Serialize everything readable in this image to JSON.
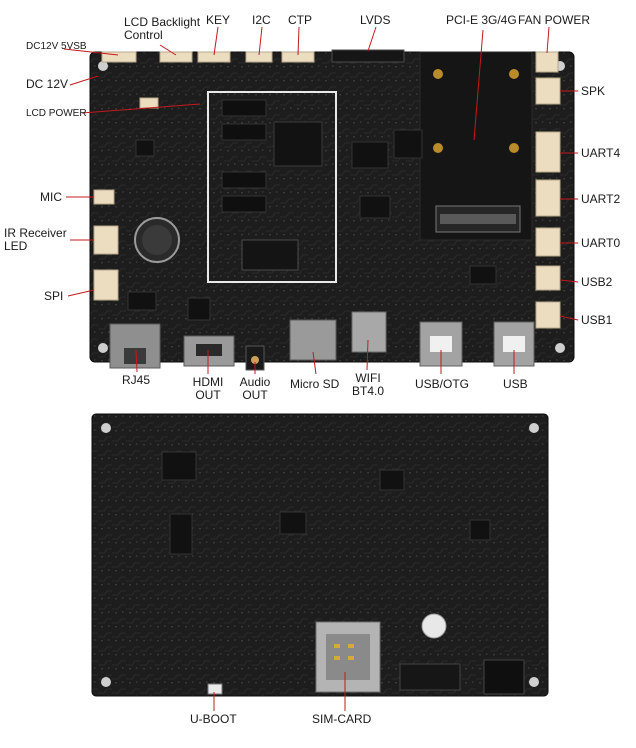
{
  "labels": {
    "dc12v_5vsb": "DC12V 5VSB",
    "lcd_backlight": "LCD Backlight\nControl",
    "key": "KEY",
    "i2c": "I2C",
    "ctp": "CTP",
    "lvds": "LVDS",
    "pcie": "PCI-E 3G/4G",
    "fan_power": "FAN POWER",
    "dc12v": "DC 12V",
    "lcd_power": "LCD POWER",
    "spk": "SPK",
    "uart4": "UART4",
    "uart2": "UART2",
    "uart0": "UART0",
    "usb2": "USB2",
    "usb1": "USB1",
    "mic": "MIC",
    "ir_receiver": "IR Receiver\nLED",
    "spi": "SPI",
    "rj45": "RJ45",
    "hdmi_out": "HDMI\nOUT",
    "audio_out": "Audio\nOUT",
    "micro_sd": "Micro SD",
    "wifi": "WIFI\nBT4.0",
    "usb_otg": "USB/OTG",
    "usb": "USB",
    "u_boot": "U-BOOT",
    "sim_card": "SIM-CARD"
  },
  "colors": {
    "pcb": "#1c1c1c",
    "pcb_dark": "#101010",
    "connector": "#ecdcc0",
    "metal": "#8e8e8e",
    "leader": "#c4191f",
    "label": "#1a1a1a"
  }
}
